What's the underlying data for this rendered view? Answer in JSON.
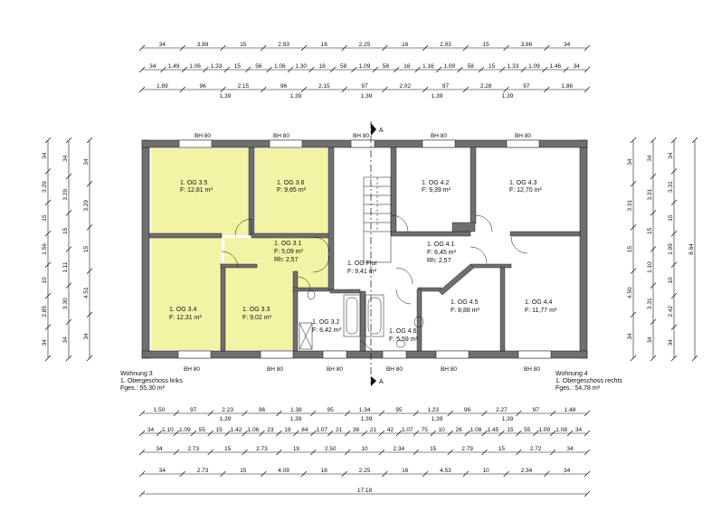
{
  "top_dims": [
    [
      "34",
      "3.89",
      "15",
      "2.93",
      "16",
      "2.25",
      "16",
      "2.93",
      "15",
      "3.86",
      "34"
    ],
    [
      "34",
      "1.49",
      "1.06",
      "1.33",
      "15",
      "56",
      "1.06",
      "1.30",
      "16",
      "58",
      "1.09",
      "58",
      "16",
      "1.16",
      "1.09",
      "58",
      "15",
      "1.33",
      "1.09",
      "1.46",
      "34"
    ],
    [
      "1.89",
      "96",
      "2.15",
      "96",
      "2.15",
      "97",
      "2.02",
      "97",
      "2.28",
      "97",
      "1.86"
    ],
    [
      "1,39",
      "1,39",
      "1,39",
      "1,39",
      "1,39"
    ]
  ],
  "bottom_dims": [
    [
      "1.50",
      "97",
      "2.23",
      "96",
      "1.38",
      "95",
      "1.34",
      "95",
      "1.23",
      "96",
      "2.27",
      "97",
      "1.48"
    ],
    [
      "1,39",
      "1,39",
      "1,39",
      "1,39",
      "1,39"
    ],
    [
      "34",
      "1.10",
      "1.09",
      "55",
      "15",
      "1.42",
      "1.06",
      "23",
      "19",
      "84",
      "1.07",
      "21",
      "38",
      "21",
      "42",
      "1.07",
      "75",
      "10",
      "26",
      "1.08",
      "1.45",
      "15",
      "55",
      "1.09",
      "1.08",
      "34"
    ],
    [
      "34",
      "2.73",
      "15",
      "2.73",
      "19",
      "2.50",
      "10",
      "2.34",
      "15",
      "2.79",
      "15",
      "2.72",
      "34"
    ],
    [
      "34",
      "2.73",
      "15",
      "4.09",
      "16",
      "2.25",
      "16",
      "4.53",
      "10",
      "2.34",
      "34"
    ],
    [
      "17.18"
    ]
  ],
  "left_dims": [
    [
      "34",
      "3.29",
      "15",
      "1.56",
      "10",
      "2.85",
      "34"
    ],
    [
      "34",
      "3.29",
      "15",
      "1.11",
      "3.30",
      "34"
    ],
    [
      "34",
      "3.29",
      "15",
      "4.51",
      "34"
    ]
  ],
  "right_dims": [
    [
      "34",
      "3.31",
      "15",
      "4.50",
      "34"
    ],
    [
      "34",
      "3.31",
      "15",
      "1.10",
      "3.31",
      "34"
    ],
    [
      "34",
      "3.31",
      "15",
      "1.99",
      "10",
      "2.42",
      "34"
    ],
    [
      "8.64"
    ]
  ],
  "window_label": "BH 80",
  "section_mark": "A",
  "rooms": [
    {
      "name": "1. OG 3.5",
      "area": "F: 12,81 m²"
    },
    {
      "name": "1. OG 3.6",
      "area": "F: 9,65 m²"
    },
    {
      "name": "1. OG 3.1",
      "area": "F: 5,09 m²",
      "height": "Rh: 2,57"
    },
    {
      "name": "1. OG 3.4",
      "area": "F: 12,31 m²"
    },
    {
      "name": "1. OG 3.3",
      "area": "F: 9,02 m²"
    },
    {
      "name": "1. OG 3.2",
      "area": "F: 6,42 m²"
    },
    {
      "name": "1. OG Flur",
      "area": "F: 9,41 m²"
    },
    {
      "name": "1. OG 4.2",
      "area": "F: 9,39 m²"
    },
    {
      "name": "1. OG 4.3",
      "area": "F: 12,70 m²"
    },
    {
      "name": "1. OG 4.1",
      "area": "F: 6,45 m²",
      "height": "Rh: 2,57"
    },
    {
      "name": "1. OG 4.5",
      "area": "F: 8,88 m²"
    },
    {
      "name": "1. OG 4.4",
      "area": "F: 11,77 m²"
    },
    {
      "name": "1. OG 4.6",
      "area": "F: 5,59 m²"
    }
  ],
  "apartments": [
    {
      "title": "Wohnung 3",
      "floor": "1. Obergeschoss links",
      "area": "Fges.: 55,30 m²"
    },
    {
      "title": "Wohnung 4",
      "floor": "1. Obergeschoss rechts",
      "area": "Fges.: 54,78 m²"
    }
  ],
  "colors": {
    "wall": "#6f6f6f",
    "fill_w3": "#f3f3a6",
    "line": "#111111"
  }
}
